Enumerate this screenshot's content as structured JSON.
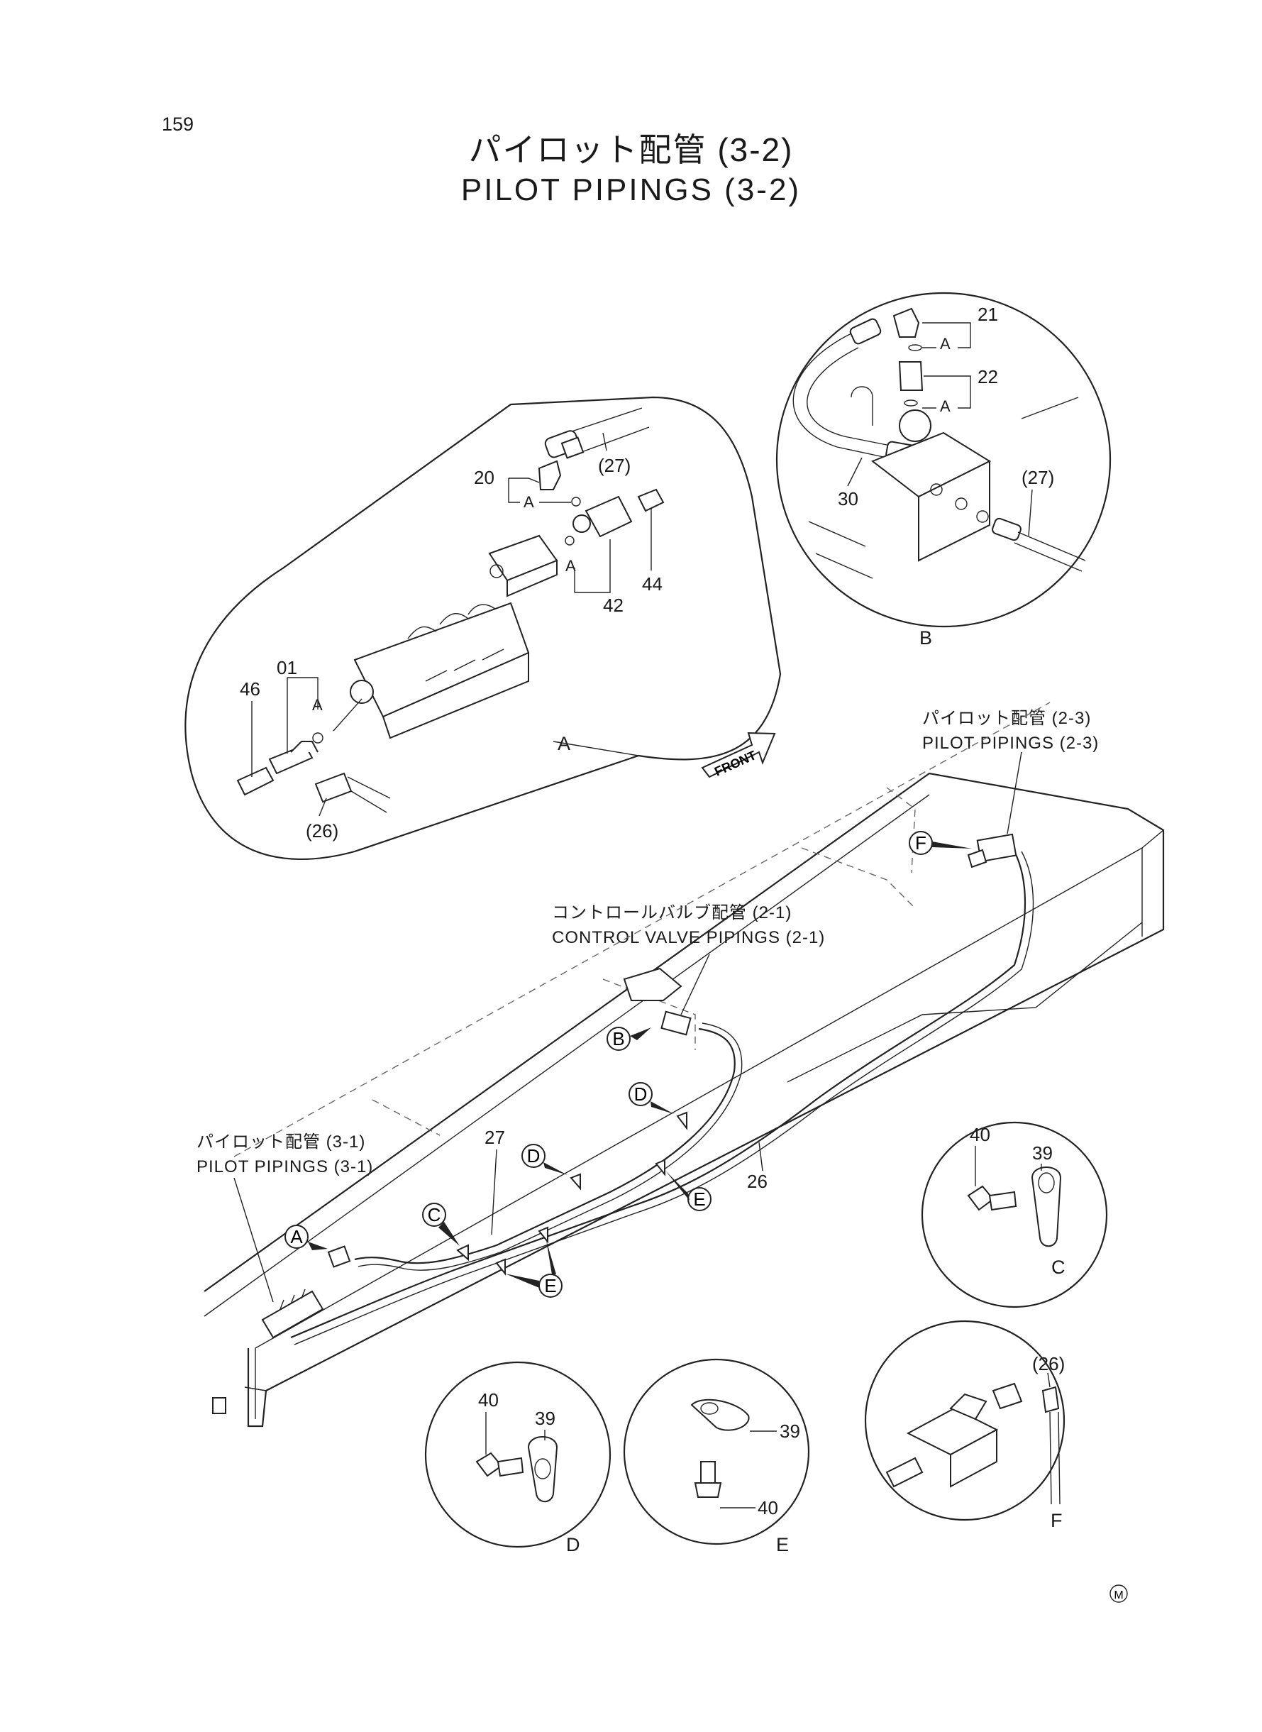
{
  "page_number": "159",
  "title": {
    "jp": "パイロット配管 (3-2)",
    "en": "PILOT PIPINGS (3-2)"
  },
  "references": {
    "pilot_23_jp": "パイロット配管 (2-3)",
    "pilot_23_en": "PILOT PIPINGS (2-3)",
    "control_21_jp": "コントロールバルブ配管 (2-1)",
    "control_21_en": "CONTROL VALVE PIPINGS (2-1)",
    "pilot_31_jp": "パイロット配管 (3-1)",
    "pilot_31_en": "PILOT PIPINGS (3-1)"
  },
  "front_label": "FRONT",
  "detail_A": {
    "letter": "A",
    "parts": {
      "p20": "20",
      "p27": "(27)",
      "p42": "42",
      "p44": "44",
      "p01": "01",
      "p46": "46",
      "p26": "(26)"
    },
    "o_ring_labels": [
      "A",
      "A",
      "A"
    ]
  },
  "detail_B": {
    "letter": "B",
    "parts": {
      "p21": "21",
      "p22": "22",
      "p30": "30",
      "p27": "(27)"
    },
    "o_ring_labels": [
      "A",
      "A"
    ]
  },
  "detail_C": {
    "letter": "C",
    "parts": {
      "p40": "40",
      "p39": "39"
    }
  },
  "detail_D": {
    "letter": "D",
    "parts": {
      "p40": "40",
      "p39": "39"
    }
  },
  "detail_E": {
    "letter": "E",
    "parts": {
      "p39": "39",
      "p40": "40"
    }
  },
  "detail_F": {
    "letter": "F",
    "parts": {
      "p26": "(26)"
    }
  },
  "main_view": {
    "hose_27": "27",
    "hose_26": "26",
    "markers": {
      "A": "A",
      "B": "B",
      "C": "C",
      "D1": "D",
      "D2": "D",
      "E1": "E",
      "E2": "E",
      "F": "F"
    }
  },
  "corner_mark": "M"
}
